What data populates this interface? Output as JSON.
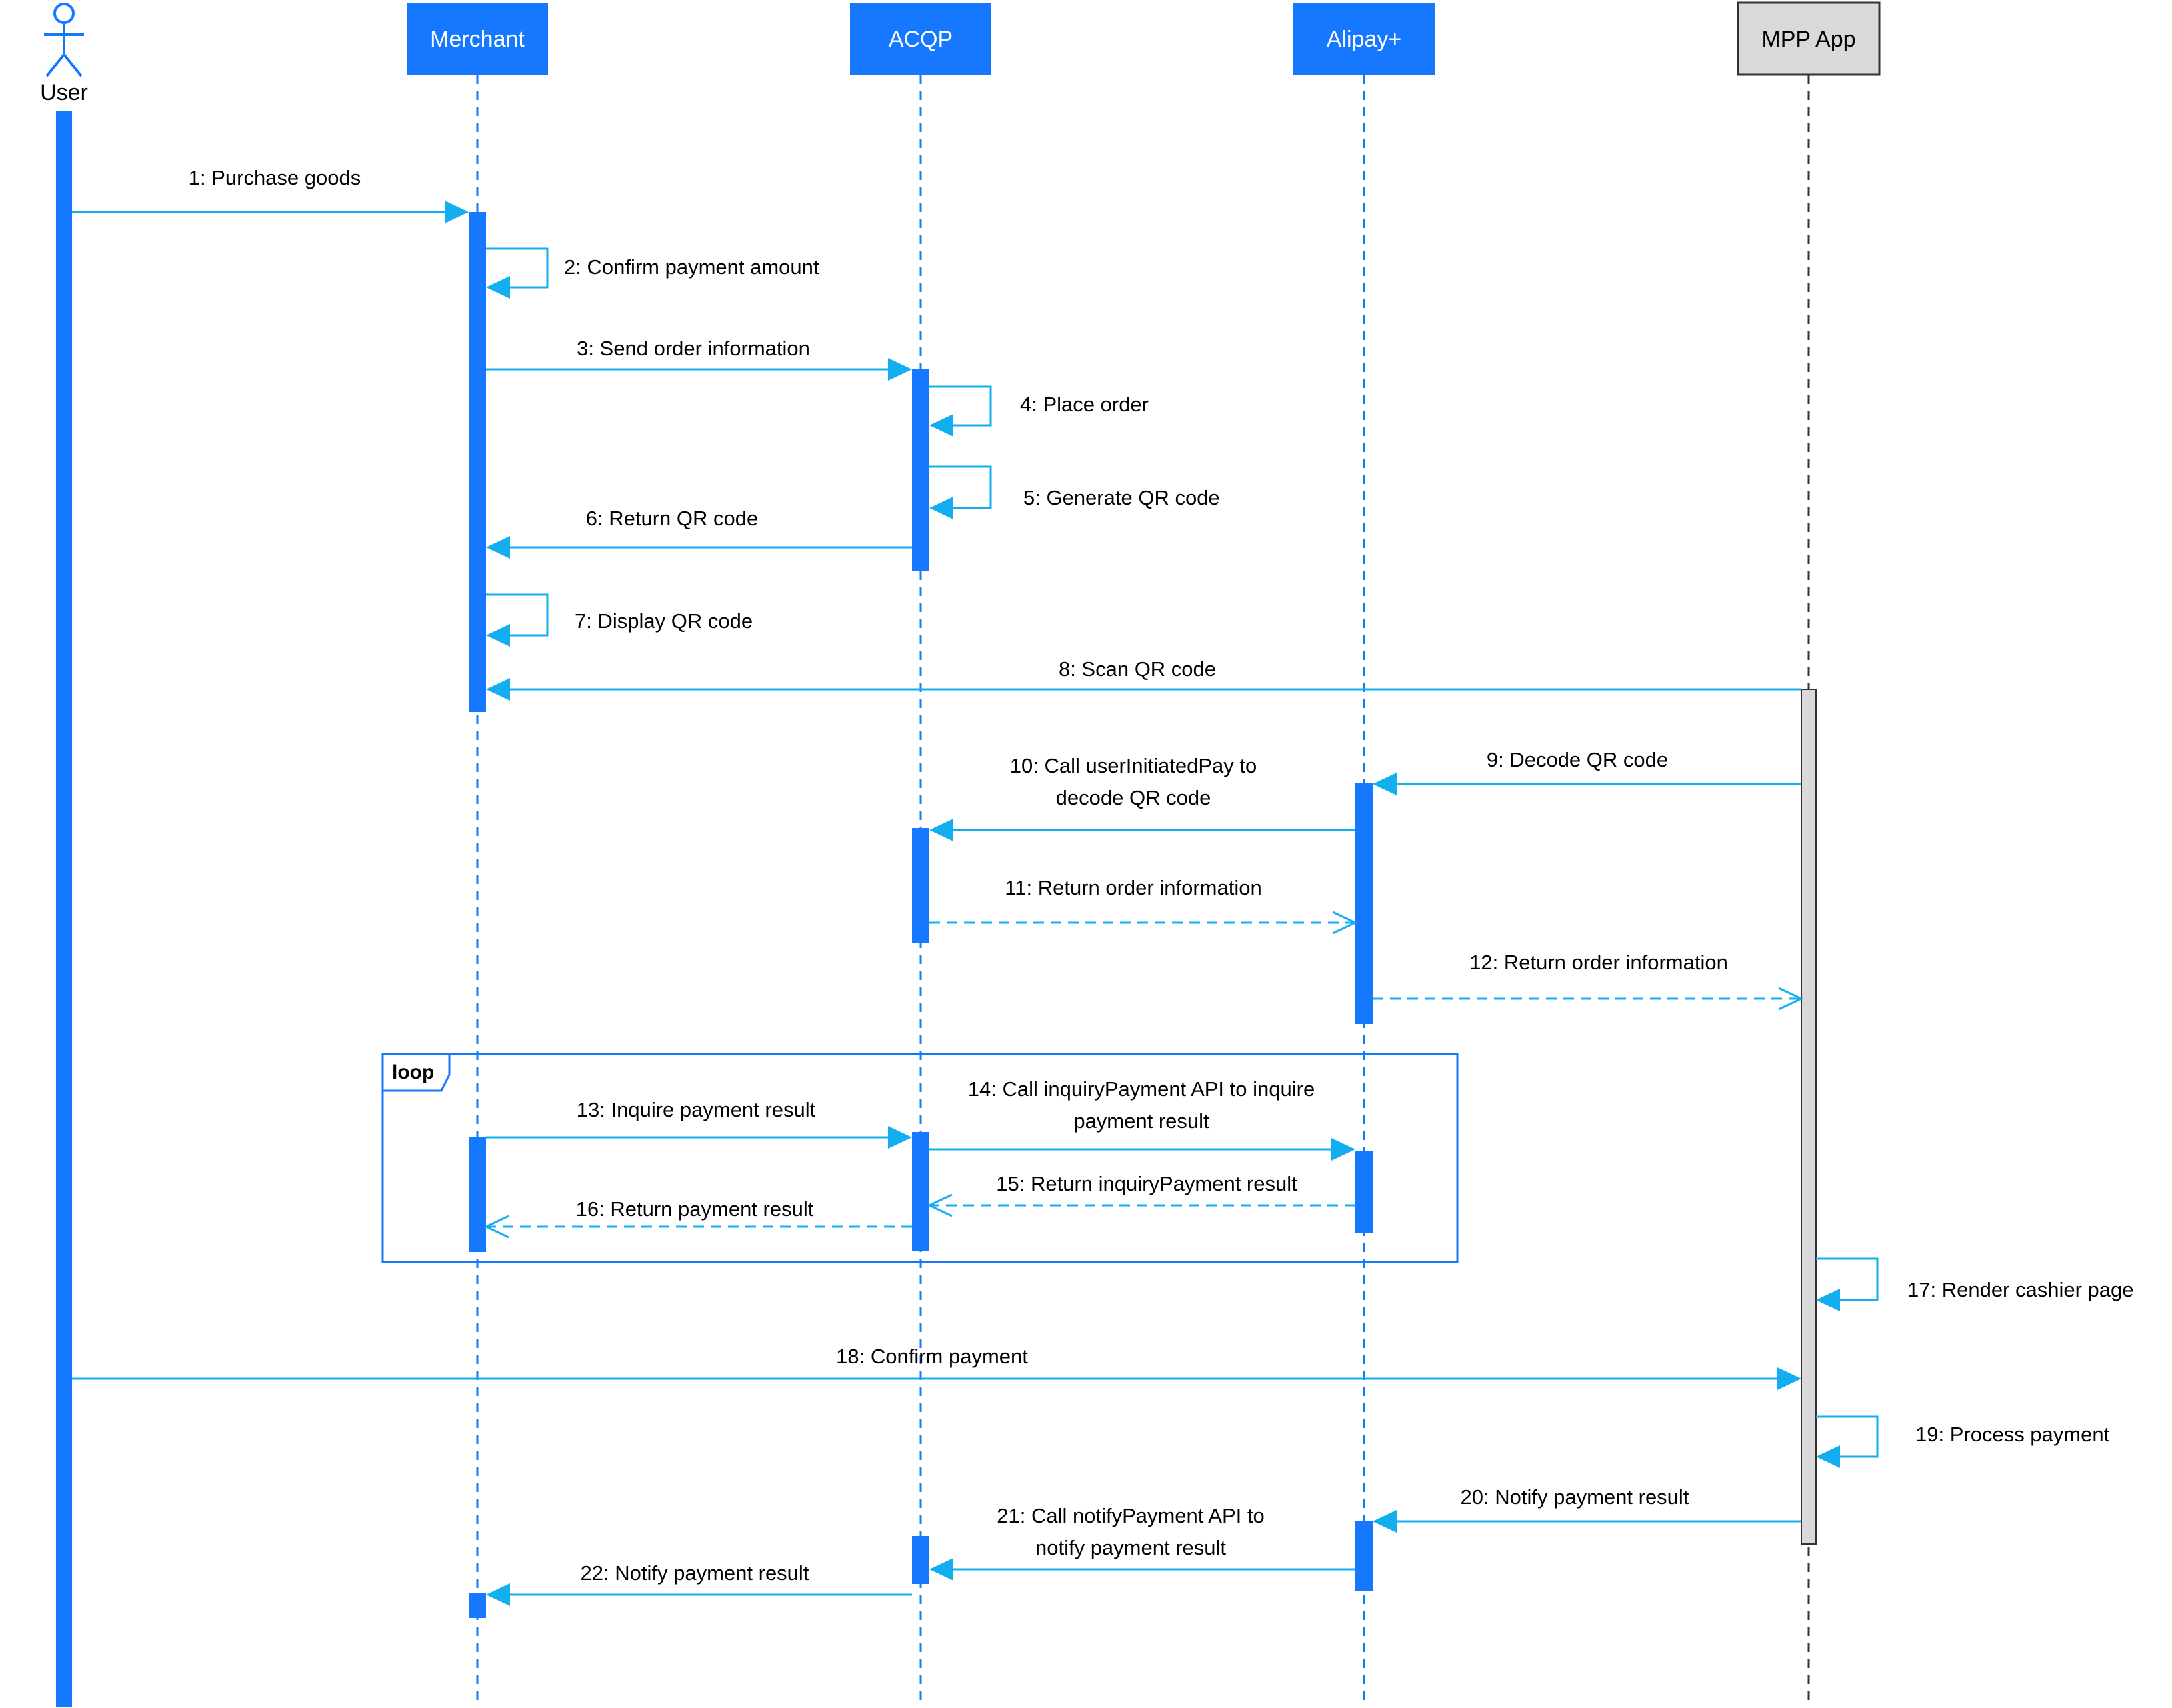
{
  "colors": {
    "primary": "#1677ff",
    "arrow": "#13aeef",
    "mpp_fill": "#d9d9d9",
    "mpp_stroke": "#333333",
    "white": "#ffffff",
    "text": "#000000"
  },
  "participants": {
    "user": "User",
    "merchant": "Merchant",
    "acqp": "ACQP",
    "alipay": "Alipay+",
    "mpp": "MPP App"
  },
  "fragment": {
    "label": "loop"
  },
  "messages": [
    {
      "id": 1,
      "lines": [
        "1: Purchase goods"
      ]
    },
    {
      "id": 2,
      "lines": [
        "2: Confirm payment amount"
      ]
    },
    {
      "id": 3,
      "lines": [
        "3: Send order information"
      ]
    },
    {
      "id": 4,
      "lines": [
        "4: Place order"
      ]
    },
    {
      "id": 5,
      "lines": [
        "5: Generate QR code"
      ]
    },
    {
      "id": 6,
      "lines": [
        "6: Return QR code"
      ]
    },
    {
      "id": 7,
      "lines": [
        "7: Display QR code"
      ]
    },
    {
      "id": 8,
      "lines": [
        "8: Scan QR code"
      ]
    },
    {
      "id": 9,
      "lines": [
        "9: Decode QR code"
      ]
    },
    {
      "id": 10,
      "lines": [
        "10: Call userInitiatedPay to",
        "decode QR code"
      ]
    },
    {
      "id": 11,
      "lines": [
        "11: Return order information"
      ]
    },
    {
      "id": 12,
      "lines": [
        "12: Return order information"
      ]
    },
    {
      "id": 13,
      "lines": [
        "13: Inquire payment result"
      ]
    },
    {
      "id": 14,
      "lines": [
        "14: Call inquiryPayment API to inquire",
        "payment result"
      ]
    },
    {
      "id": 15,
      "lines": [
        "15: Return inquiryPayment result"
      ]
    },
    {
      "id": 16,
      "lines": [
        "16: Return payment result"
      ]
    },
    {
      "id": 17,
      "lines": [
        "17: Render cashier page"
      ]
    },
    {
      "id": 18,
      "lines": [
        "18: Confirm payment"
      ]
    },
    {
      "id": 19,
      "lines": [
        "19: Process payment"
      ]
    },
    {
      "id": 20,
      "lines": [
        "20: Notify payment result"
      ]
    },
    {
      "id": 21,
      "lines": [
        "21: Call notifyPayment API to",
        "notify payment result"
      ]
    },
    {
      "id": 22,
      "lines": [
        "22: Notify payment result"
      ]
    }
  ]
}
